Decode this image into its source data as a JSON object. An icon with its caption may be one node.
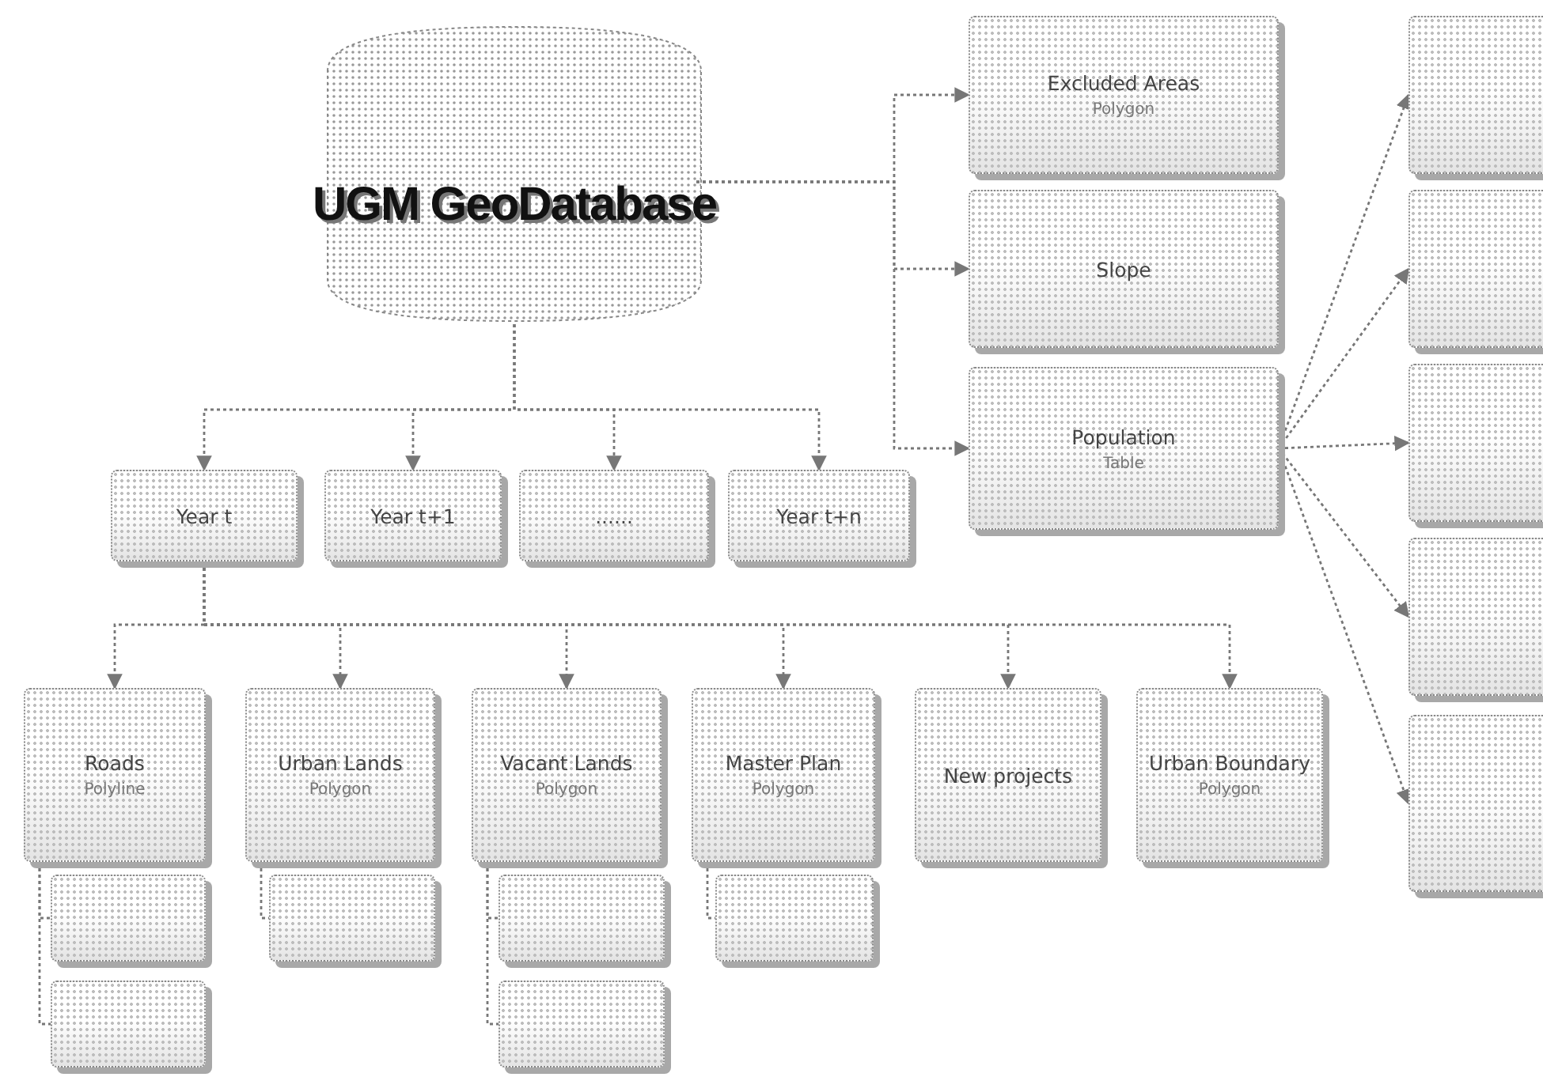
{
  "diagram": {
    "nodes": [
      {
        "text": [
          "UGM GeoDatabase"
        ]
      },
      {
        "text": [
          "Excluded Areas",
          "Polygon"
        ]
      },
      {
        "text": [
          "Slope"
        ]
      },
      {
        "text": [
          "Population",
          "Table"
        ]
      },
      {
        "text": [],
        "shape": "box"
      },
      {
        "text": [],
        "shape": "box"
      },
      {
        "text": [],
        "shape": "box"
      },
      {
        "text": [],
        "shape": "box"
      },
      {
        "text": [],
        "shape": "box"
      },
      {
        "text": [
          "Year t"
        ]
      },
      {
        "text": [
          "Year t+1"
        ]
      },
      {
        "text": [
          "......"
        ]
      },
      {
        "text": [
          "Year t+n"
        ]
      },
      {
        "text": [
          "Roads",
          "Polyline"
        ]
      },
      {
        "text": [
          "Urban Lands",
          "Polygon"
        ]
      },
      {
        "text": [
          "Vacant Lands",
          "Polygon"
        ]
      },
      {
        "text": [
          "Master Plan",
          "Polygon"
        ]
      },
      {
        "text": [
          "New projects"
        ]
      },
      {
        "text": [
          "Urban Boundary",
          "Polygon"
        ]
      },
      {
        "text": [],
        "shape": "box"
      },
      {
        "text": [],
        "shape": "box"
      },
      {
        "text": [],
        "shape": "box"
      },
      {
        "text": [],
        "shape": "box"
      },
      {
        "text": [],
        "shape": "box"
      },
      {
        "text": [],
        "shape": "box"
      }
    ],
    "edges": [
      {
        "from": 0,
        "to": 1,
        "arrow": "to"
      },
      {
        "from": 0,
        "to": 2,
        "arrow": "to"
      },
      {
        "from": 0,
        "to": 3,
        "arrow": "to"
      },
      {
        "from": 0,
        "to": 9,
        "arrow": "to"
      },
      {
        "from": 0,
        "to": 10,
        "arrow": "to"
      },
      {
        "from": 0,
        "to": 11,
        "arrow": "to"
      },
      {
        "from": 0,
        "to": 12,
        "arrow": "to"
      },
      {
        "from": 9,
        "to": 13,
        "arrow": "to"
      },
      {
        "from": 9,
        "to": 14,
        "arrow": "to"
      },
      {
        "from": 9,
        "to": 15,
        "arrow": "to"
      },
      {
        "from": 9,
        "to": 16,
        "arrow": "to"
      },
      {
        "from": 9,
        "to": 17,
        "arrow": "to"
      },
      {
        "from": 9,
        "to": 18,
        "arrow": "to"
      },
      {
        "from": 13,
        "to": 19,
        "arrow": "none"
      },
      {
        "from": 13,
        "to": 20,
        "arrow": "none"
      },
      {
        "from": 14,
        "to": 21,
        "arrow": "none"
      },
      {
        "from": 15,
        "to": 22,
        "arrow": "none"
      },
      {
        "from": 15,
        "to": 23,
        "arrow": "none"
      },
      {
        "from": 16,
        "to": 24,
        "arrow": "none"
      },
      {
        "from": 3,
        "to": 4,
        "arrow": "to"
      },
      {
        "from": 3,
        "to": 5,
        "arrow": "to"
      },
      {
        "from": 3,
        "to": 6,
        "arrow": "to"
      },
      {
        "from": 3,
        "to": 7,
        "arrow": "to"
      },
      {
        "from": 3,
        "to": 8,
        "arrow": "to"
      }
    ]
  }
}
